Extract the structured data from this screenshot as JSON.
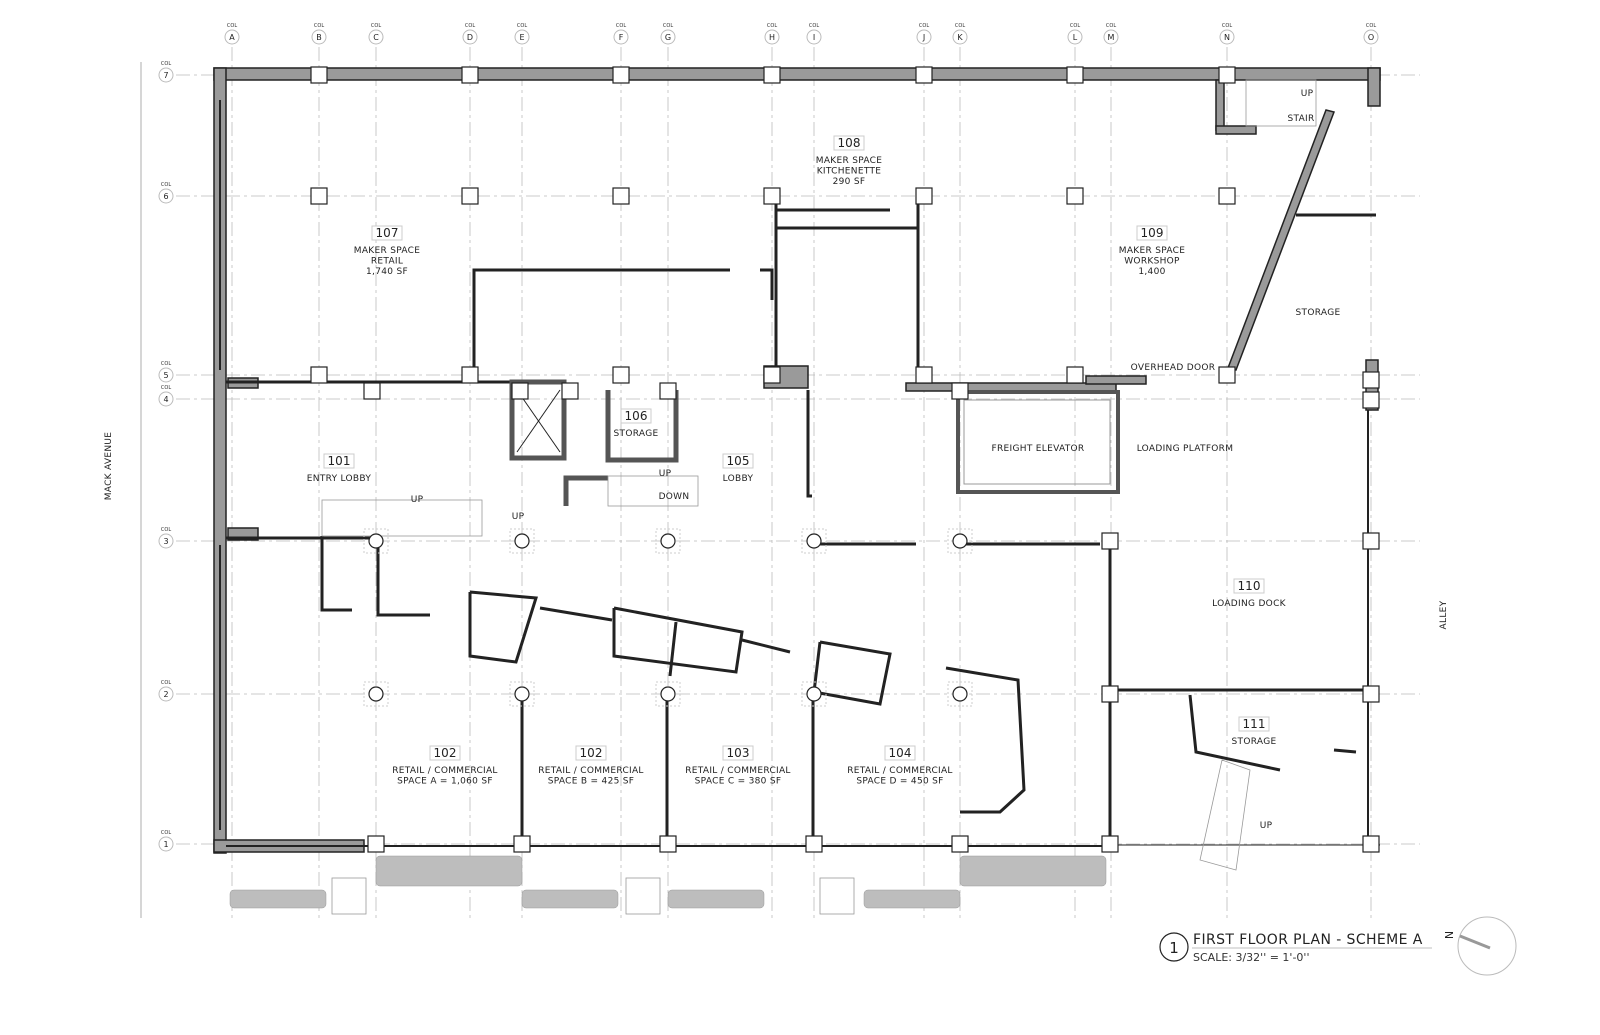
{
  "grid": {
    "col_prefix": "COL",
    "columns": [
      "A",
      "B",
      "C",
      "D",
      "E",
      "F",
      "G",
      "H",
      "I",
      "J",
      "K",
      "L",
      "M",
      "N",
      "O"
    ],
    "rows": [
      "7",
      "6",
      "5",
      "4",
      "3",
      "2",
      "1"
    ]
  },
  "streets": {
    "left": "MACK AVENUE",
    "right": "ALLEY"
  },
  "rooms": [
    {
      "number": "107",
      "lines": [
        "MAKER SPACE",
        "RETAIL",
        "1,740 SF"
      ]
    },
    {
      "number": "108",
      "lines": [
        "MAKER SPACE",
        "KITCHENETTE",
        "290 SF"
      ]
    },
    {
      "number": "109",
      "lines": [
        "MAKER SPACE",
        "WORKSHOP",
        "1,400"
      ]
    },
    {
      "number": "101",
      "lines": [
        "ENTRY LOBBY"
      ]
    },
    {
      "number": "106",
      "lines": [
        "STORAGE"
      ]
    },
    {
      "number": "105",
      "lines": [
        "LOBBY"
      ]
    },
    {
      "number": "110",
      "lines": [
        "LOADING DOCK"
      ]
    },
    {
      "number": "111",
      "lines": [
        "STORAGE"
      ]
    },
    {
      "number": "102",
      "lines": [
        "RETAIL / COMMERCIAL",
        "SPACE A = 1,060 SF"
      ]
    },
    {
      "number": "102",
      "lines": [
        "RETAIL / COMMERCIAL",
        "SPACE B = 425 SF"
      ]
    },
    {
      "number": "103",
      "lines": [
        "RETAIL / COMMERCIAL",
        "SPACE C = 380 SF"
      ]
    },
    {
      "number": "104",
      "lines": [
        "RETAIL / COMMERCIAL",
        "SPACE D = 450 SF"
      ]
    }
  ],
  "labels": {
    "stair": "STAIR",
    "storage": "STORAGE",
    "overhead_door": "OVERHEAD DOOR",
    "freight_elevator": "FREIGHT ELEVATOR",
    "loading_platform": "LOADING PLATFORM",
    "up": "UP",
    "down": "DOWN"
  },
  "title_block": {
    "number": "1",
    "title": "FIRST FLOOR PLAN - SCHEME A",
    "scale": "SCALE: 3/32'' = 1'-0''",
    "north": "N"
  }
}
